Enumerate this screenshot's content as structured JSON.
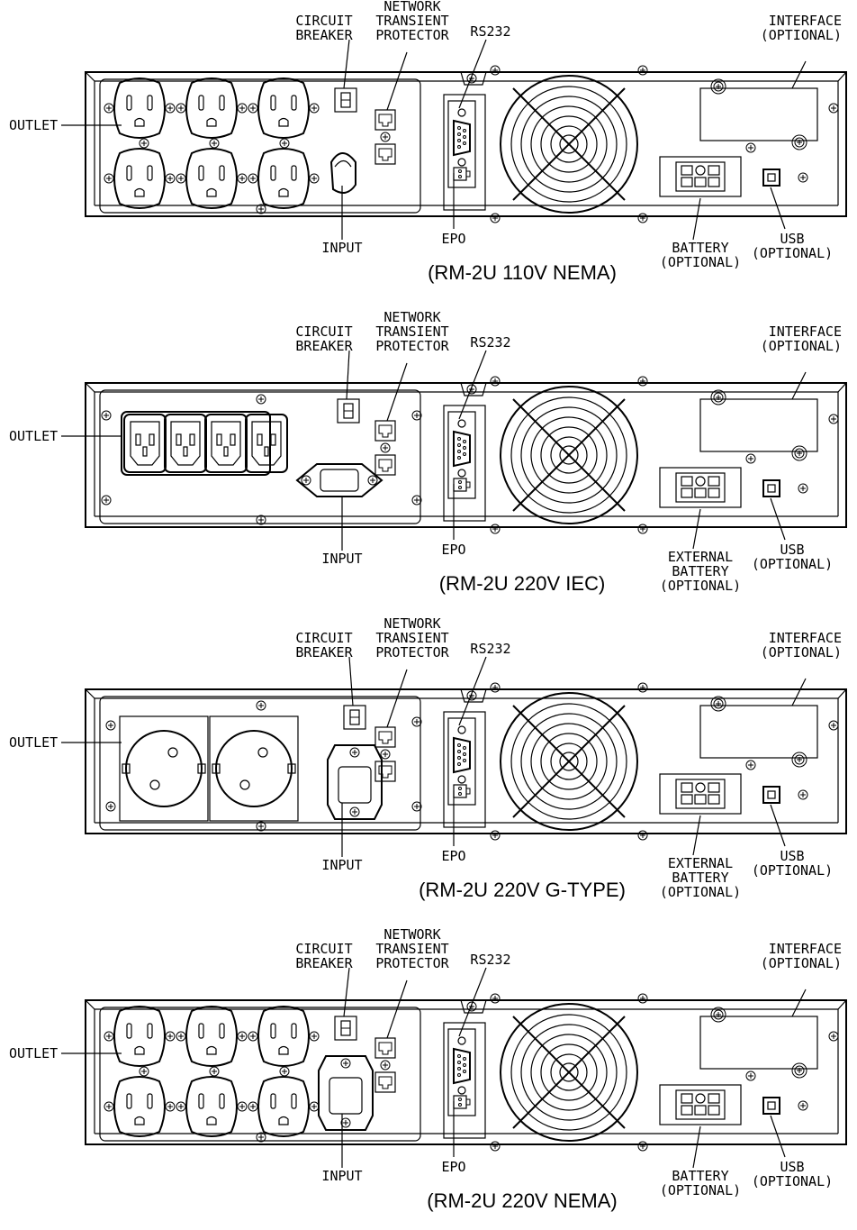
{
  "panels": [
    {
      "caption": "(RM-2U 110V NEMA)",
      "variant": "nema",
      "input_type": "cord",
      "labels": {
        "outlet": "OUTLET",
        "circuit_breaker": [
          "CIRCUIT",
          "BREAKER"
        ],
        "network": [
          "NETWORK",
          "TRANSIENT",
          "PROTECTOR"
        ],
        "rs232": "RS232",
        "interface": [
          "INTERFACE",
          "(OPTIONAL)"
        ],
        "input": "INPUT",
        "epo": "EPO",
        "battery": [
          "BATTERY",
          "(OPTIONAL)"
        ],
        "usb": [
          "USB",
          "(OPTIONAL)"
        ]
      }
    },
    {
      "caption": "(RM-2U 220V IEC)",
      "variant": "iec",
      "input_type": "iec-horizontal",
      "labels": {
        "outlet": "OUTLET",
        "circuit_breaker": [
          "CIRCUIT",
          "BREAKER"
        ],
        "network": [
          "NETWORK",
          "TRANSIENT",
          "PROTECTOR"
        ],
        "rs232": "RS232",
        "interface": [
          "INTERFACE",
          "(OPTIONAL)"
        ],
        "input": "INPUT",
        "epo": "EPO",
        "battery": [
          "EXTERNAL",
          "BATTERY",
          "(OPTIONAL)"
        ],
        "usb": [
          "USB",
          "(OPTIONAL)"
        ]
      }
    },
    {
      "caption": "(RM-2U 220V G-TYPE)",
      "variant": "gtype",
      "input_type": "iec-vertical",
      "labels": {
        "outlet": "OUTLET",
        "circuit_breaker": [
          "CIRCUIT",
          "BREAKER"
        ],
        "network": [
          "NETWORK",
          "TRANSIENT",
          "PROTECTOR"
        ],
        "rs232": "RS232",
        "interface": [
          "INTERFACE",
          "(OPTIONAL)"
        ],
        "input": "INPUT",
        "epo": "EPO",
        "battery": [
          "EXTERNAL",
          "BATTERY",
          "(OPTIONAL)"
        ],
        "usb": [
          "USB",
          "(OPTIONAL)"
        ]
      }
    },
    {
      "caption": "(RM-2U 220V NEMA)",
      "variant": "nema",
      "input_type": "iec-vertical",
      "labels": {
        "outlet": "OUTLET",
        "circuit_breaker": [
          "CIRCUIT",
          "BREAKER"
        ],
        "network": [
          "NETWORK",
          "TRANSIENT",
          "PROTECTOR"
        ],
        "rs232": "RS232",
        "interface": [
          "INTERFACE",
          "(OPTIONAL)"
        ],
        "input": "INPUT",
        "epo": "EPO",
        "battery": [
          "BATTERY",
          "(OPTIONAL)"
        ],
        "usb": [
          "USB",
          "(OPTIONAL)"
        ]
      }
    }
  ]
}
